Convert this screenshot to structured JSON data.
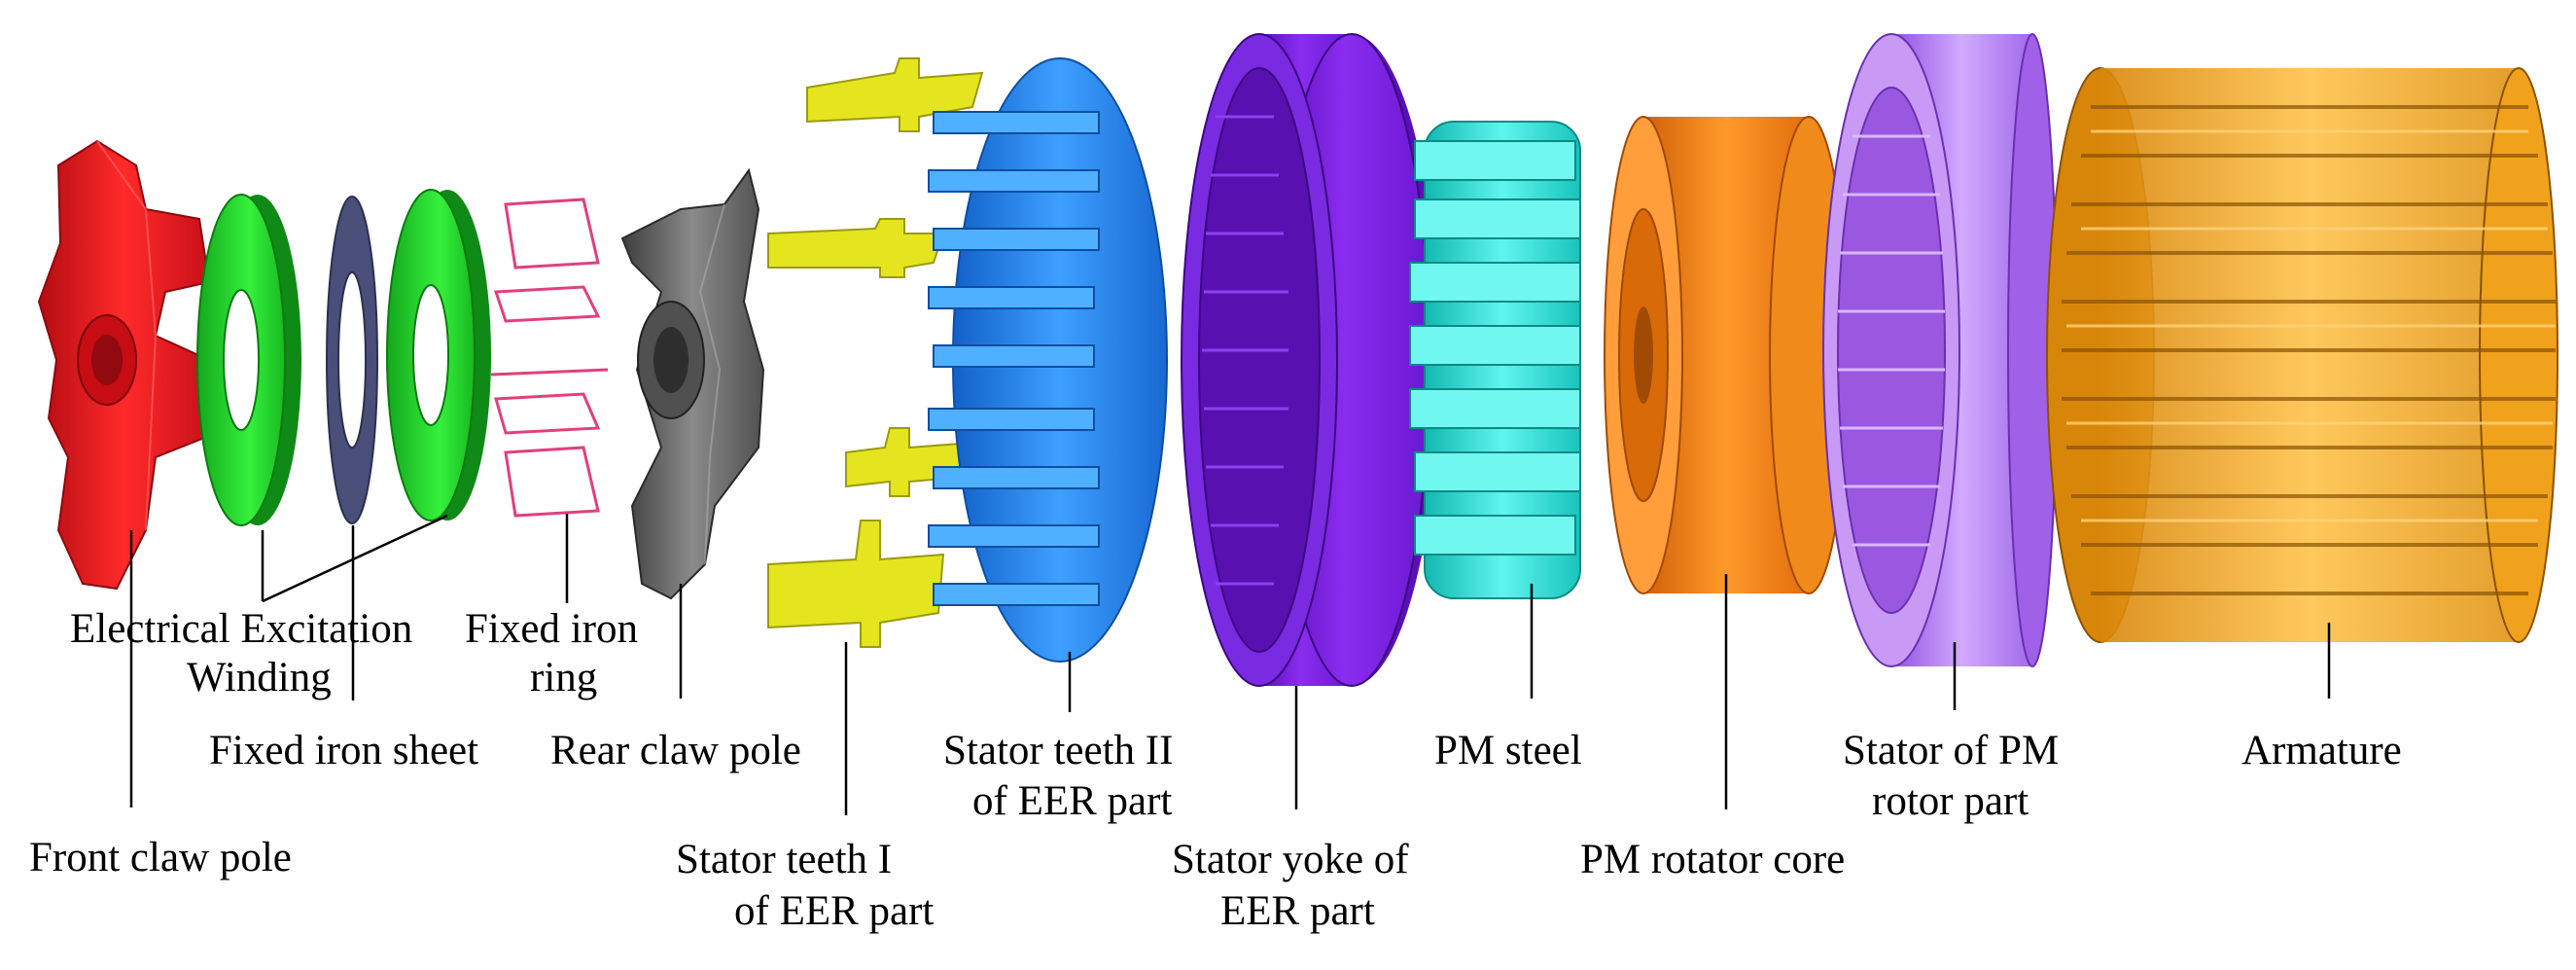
{
  "diagram": {
    "labels": {
      "front_claw_pole": "Front claw pole",
      "electrical_excitation": "Electrical Excitation",
      "winding": "Winding",
      "fixed_iron_sheet": "Fixed iron sheet",
      "fixed_iron": "Fixed iron",
      "ring": "ring",
      "rear_claw_pole": "Rear claw pole",
      "stator_teeth_i_line1": "Stator teeth I",
      "stator_teeth_i_line2": "of EER part",
      "stator_teeth_ii_line1": "Stator teeth II",
      "stator_teeth_ii_line2": "of EER part",
      "stator_yoke_line1": "Stator yoke of",
      "stator_yoke_line2": "EER part",
      "pm_steel": "PM steel",
      "pm_rotator_core": "PM rotator core",
      "stator_pm_line1": "Stator of PM",
      "stator_pm_line2": "rotor part",
      "armature": "Armature"
    },
    "colors": {
      "front_claw_pole": "#e8141c",
      "excitation_winding": "#22d02a",
      "fixed_iron_sheet": "#4a4f7a",
      "fixed_iron_ring": "#e0407e",
      "rear_claw_pole": "#6b6b6b",
      "stator_teeth_i": "#e5e51f",
      "stator_teeth_ii": "#1f7fe6",
      "stator_yoke": "#7a1fe0",
      "pm_steel": "#27e0d6",
      "pm_rotator_core": "#f07d10",
      "stator_pm": "#b07af0",
      "armature": "#f2a51c"
    }
  }
}
